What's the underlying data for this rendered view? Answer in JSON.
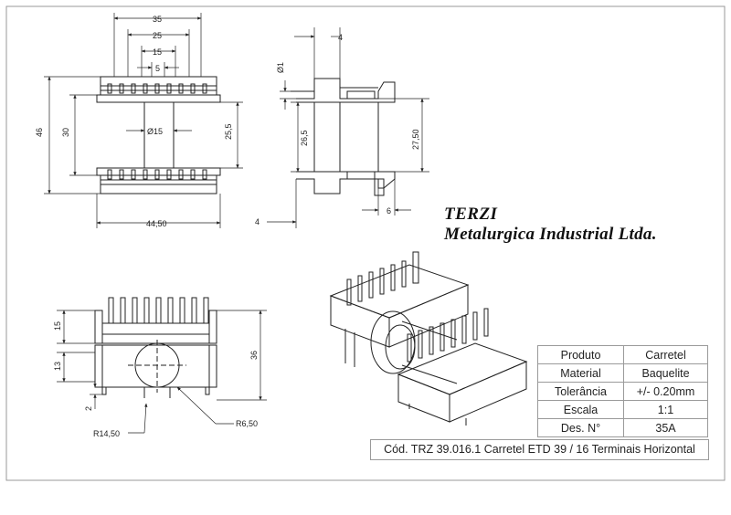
{
  "company": {
    "name": "TERZI",
    "subtitle": "Metalurgica Industrial Ltda."
  },
  "title_block": {
    "rows": [
      {
        "key": "Produto",
        "value": "Carretel"
      },
      {
        "key": "Material",
        "value": "Baquelite"
      },
      {
        "key": "Tolerância",
        "value": "+/- 0.20mm"
      },
      {
        "key": "Escala",
        "value": "1:1"
      },
      {
        "key": "Des. N°",
        "value": "35A"
      }
    ],
    "code": "Cód. TRZ 39.016.1 Carretel ETD 39 / 16 Terminais Horizontal"
  },
  "dimensions": {
    "front": {
      "d35": "35",
      "d25": "25",
      "d15": "15",
      "d5": "5",
      "d46": "46",
      "d30": "30",
      "d25_5": "25,5",
      "dia15": "Ø15",
      "d44_50": "44,50"
    },
    "side": {
      "d4_top": "4",
      "dia1": "Ø1",
      "d26_5": "26,5",
      "d27_50": "27,50",
      "d4_bottom": "4",
      "d6": "6"
    },
    "bottom": {
      "d15": "15",
      "d13": "13",
      "d2": "2",
      "d36": "36",
      "r14_50": "R14,50",
      "r6_50": "R6,50"
    }
  }
}
